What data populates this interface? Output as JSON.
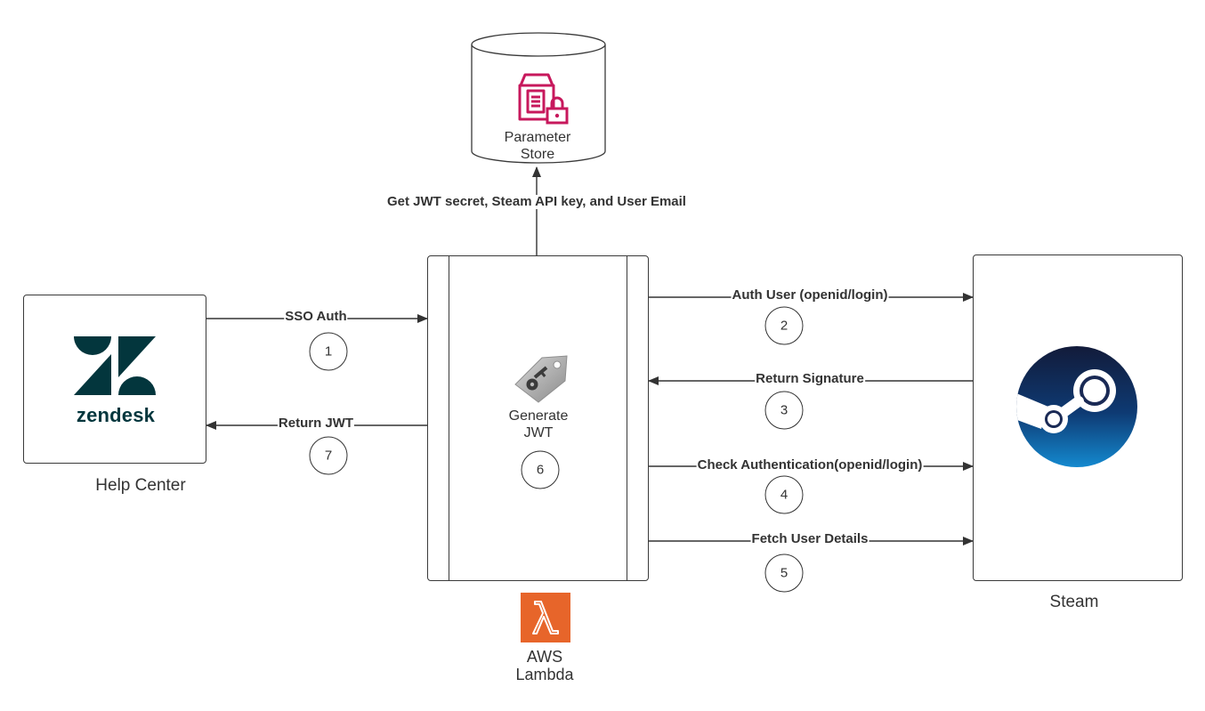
{
  "nodes": {
    "parameter_store": {
      "label_line1": "Parameter",
      "label_line2": "Store",
      "icon": "parameter-store-icon",
      "color": "#C7185C"
    },
    "zendesk": {
      "logo_text": "zendesk",
      "caption": "Help Center",
      "icon": "zendesk-logo",
      "color": "#03363D"
    },
    "lambda": {
      "center_line1": "Generate",
      "center_line2": "JWT",
      "step": "6",
      "caption_line1": "AWS",
      "caption_line2": "Lambda",
      "icon": "lambda-icon",
      "key_icon": "key-tag-icon",
      "color": "#E7652A"
    },
    "steam": {
      "caption": "Steam",
      "icon": "steam-logo",
      "color": "#1A3C6E"
    }
  },
  "edges": {
    "get_secrets": {
      "label": "Get JWT secret, Steam API key, and User Email"
    },
    "sso_auth": {
      "label": "SSO Auth",
      "step": "1"
    },
    "return_jwt": {
      "label": "Return  JWT",
      "step": "7"
    },
    "auth_user": {
      "label": "Auth User (openid/login)",
      "step": "2"
    },
    "return_signature": {
      "label": "Return Signature",
      "step": "3"
    },
    "check_auth": {
      "label": "Check Authentication(openid/login)",
      "step": "4"
    },
    "fetch_details": {
      "label": "Fetch User Details",
      "step": "5"
    }
  }
}
